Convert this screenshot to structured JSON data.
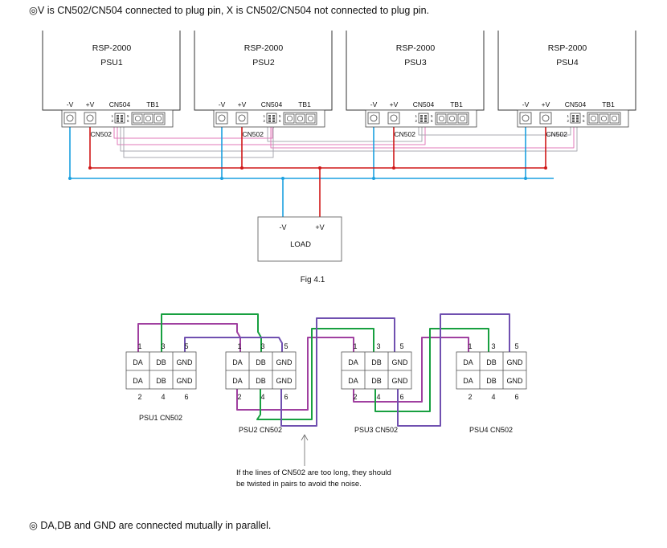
{
  "notes": {
    "top": "◎V is CN502/CN504 connected to plug pin, X is CN502/CN504 not connected to plug pin.",
    "bottom": "◎ DA,DB and GND are connected mutually in parallel."
  },
  "psus": [
    {
      "model": "RSP-2000",
      "name": "PSU1",
      "neg": "-V",
      "pos": "+V",
      "cn504": "CN504",
      "tb1": "TB1",
      "cn502": "CN502"
    },
    {
      "model": "RSP-2000",
      "name": "PSU2",
      "neg": "-V",
      "pos": "+V",
      "cn504": "CN504",
      "tb1": "TB1",
      "cn502": "CN502"
    },
    {
      "model": "RSP-2000",
      "name": "PSU3",
      "neg": "-V",
      "pos": "+V",
      "cn504": "CN504",
      "tb1": "TB1",
      "cn502": "CN502"
    },
    {
      "model": "RSP-2000",
      "name": "PSU4",
      "neg": "-V",
      "pos": "+V",
      "cn504": "CN504",
      "tb1": "TB1",
      "cn502": "CN502"
    }
  ],
  "load": {
    "neg": "-V",
    "pos": "+V",
    "label": "LOAD"
  },
  "fig_caption": "Fig 4.1",
  "connectors": [
    {
      "label": "PSU1  CN502",
      "top_pins": [
        "1",
        "3",
        "5"
      ],
      "bottom_pins": [
        "2",
        "4",
        "6"
      ],
      "row1": [
        "DA",
        "DB",
        "GND"
      ],
      "row2": [
        "DA",
        "DB",
        "GND"
      ]
    },
    {
      "label": "PSU2  CN502",
      "top_pins": [
        "1",
        "3",
        "5"
      ],
      "bottom_pins": [
        "2",
        "4",
        "6"
      ],
      "row1": [
        "DA",
        "DB",
        "GND"
      ],
      "row2": [
        "DA",
        "DB",
        "GND"
      ]
    },
    {
      "label": "PSU3  CN502",
      "top_pins": [
        "1",
        "3",
        "5"
      ],
      "bottom_pins": [
        "2",
        "4",
        "6"
      ],
      "row1": [
        "DA",
        "DB",
        "GND"
      ],
      "row2": [
        "DA",
        "DB",
        "GND"
      ]
    },
    {
      "label": "PSU4  CN502",
      "top_pins": [
        "1",
        "3",
        "5"
      ],
      "bottom_pins": [
        "2",
        "4",
        "6"
      ],
      "row1": [
        "DA",
        "DB",
        "GND"
      ],
      "row2": [
        "DA",
        "DB",
        "GND"
      ]
    }
  ],
  "twist_note": {
    "line1": "If the lines of CN502 are too long, they should",
    "line2": "be twisted in pairs to avoid the noise."
  },
  "colors": {
    "neg_wire": "#1aa0e0",
    "pos_wire": "#d01818",
    "da_wire": "#a040a0",
    "db_wire": "#18a040",
    "gnd_wire": "#7050b0",
    "sig_pink": "#e07ab8",
    "sig_gray": "#a8a8b0"
  }
}
